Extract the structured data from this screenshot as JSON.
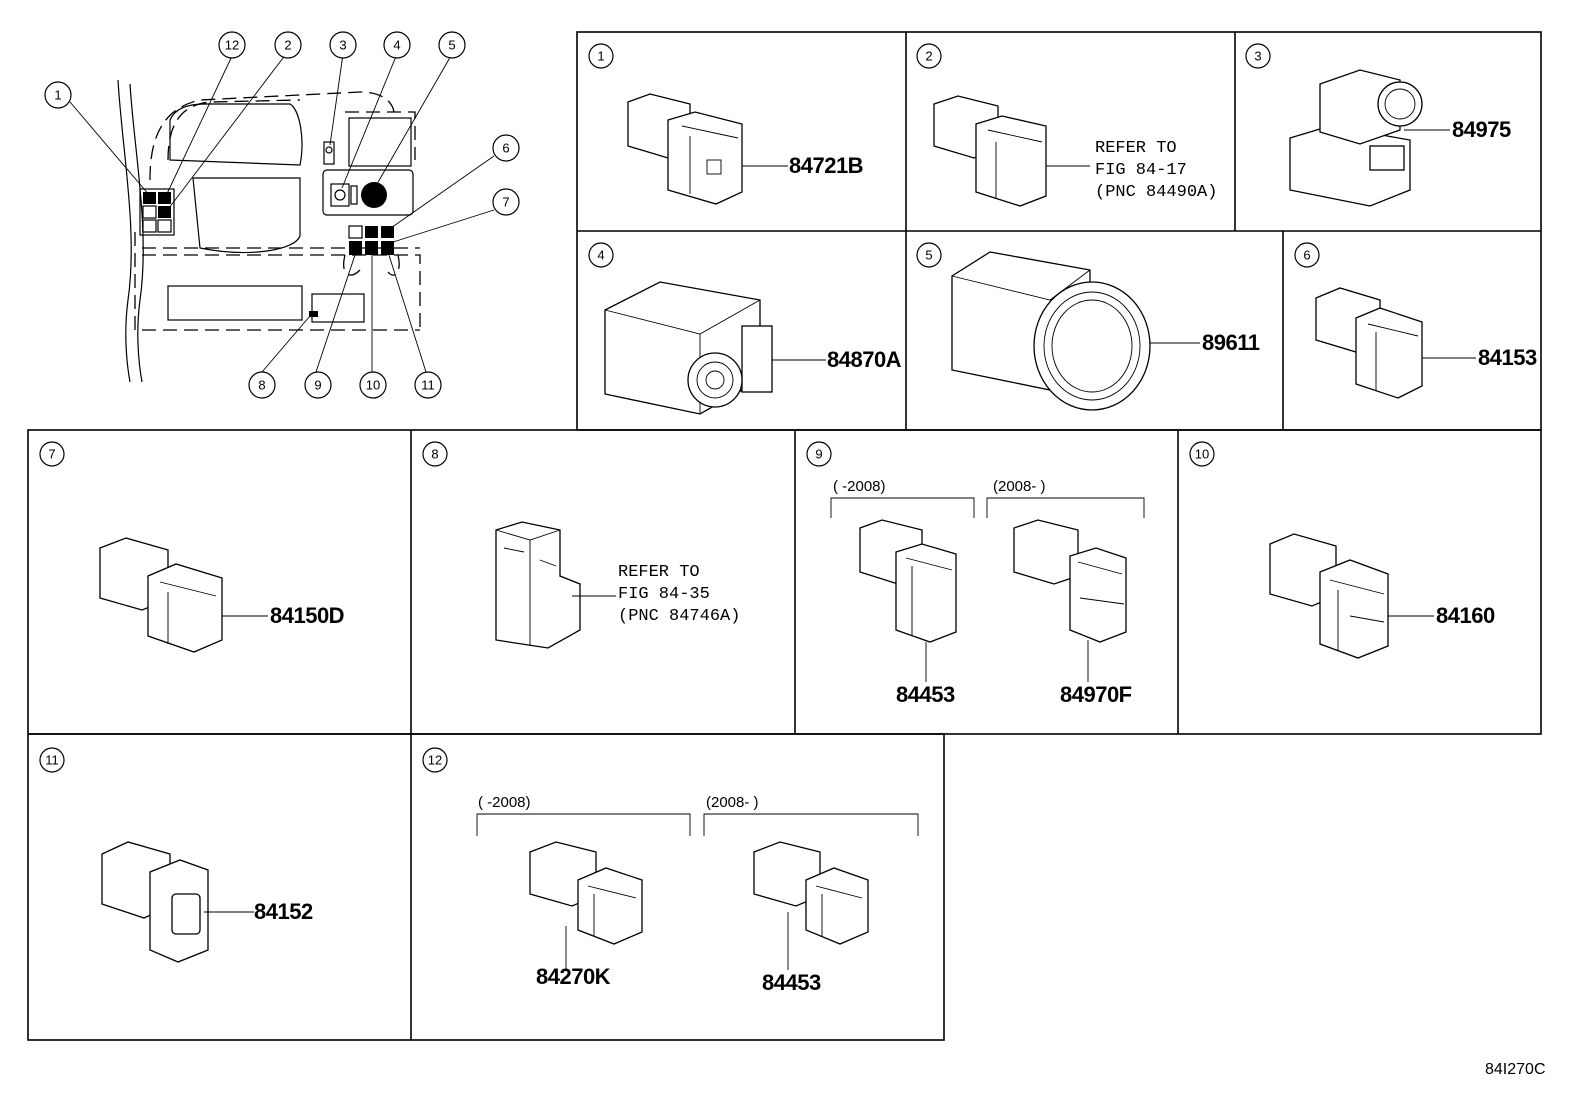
{
  "callouts": [
    "1",
    "2",
    "3",
    "4",
    "5",
    "6",
    "7",
    "8",
    "9",
    "10",
    "11",
    "12"
  ],
  "panels": {
    "p1": {
      "num": "1",
      "part": "84721B"
    },
    "p2": {
      "num": "2",
      "refer": [
        "REFER TO",
        "FIG 84-17",
        "(PNC 84490A)"
      ]
    },
    "p3": {
      "num": "3",
      "part": "84975"
    },
    "p4": {
      "num": "4",
      "part": "84870A"
    },
    "p5": {
      "num": "5",
      "part": "89611"
    },
    "p6": {
      "num": "6",
      "part": "84153"
    },
    "p7": {
      "num": "7",
      "part": "84150D"
    },
    "p8": {
      "num": "8",
      "refer": [
        "REFER TO",
        "FIG 84-35",
        "(PNC 84746A)"
      ]
    },
    "p9": {
      "num": "9",
      "range_a": "(      -2008)",
      "range_b": "(2008-      )",
      "part_a": "84453",
      "part_b": "84970F"
    },
    "p10": {
      "num": "10",
      "part": "84160"
    },
    "p11": {
      "num": "11",
      "part": "84152"
    },
    "p12": {
      "num": "12",
      "range_a": "(      -2008)",
      "range_b": "(2008-      )",
      "part_a": "84270K",
      "part_b": "84453"
    }
  },
  "figure_code": "84I270C"
}
